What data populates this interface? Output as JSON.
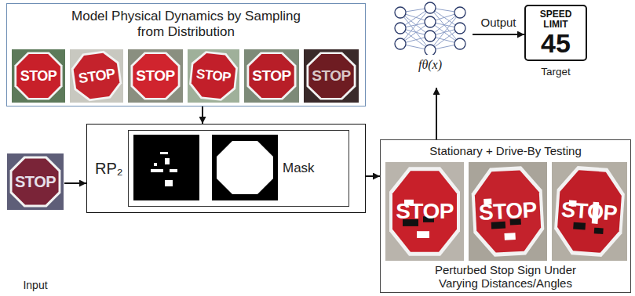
{
  "diagram": {
    "nodes": [
      {
        "text": [
          "Model Physical Dynamics by Sampling from Distribution"
        ]
      },
      {
        "text": [
          "Input"
        ]
      },
      {
        "text": [
          "RP₂"
        ]
      },
      {
        "text": [
          "Mask"
        ],
        "in": 2
      },
      {
        "text": [
          "Stationary + Drive-By Testing",
          "Perturbed Stop Sign Under Varying Distances/Angles"
        ]
      },
      {
        "text": [
          "fθ(x)"
        ]
      },
      {
        "text": [
          "SPEED LIMIT",
          "45",
          "Target"
        ]
      }
    ],
    "edges": [
      {
        "from": 0,
        "to": 2,
        "arrow": "to"
      },
      {
        "from": 1,
        "to": 2,
        "arrow": "to"
      },
      {
        "from": 2,
        "to": 4,
        "arrow": "to"
      },
      {
        "from": 4,
        "to": 5,
        "arrow": "to"
      },
      {
        "from": 5,
        "to": 6,
        "arrow": "to",
        "label": "Output"
      }
    ],
    "labels": [
      "STOP",
      "STOP",
      "STOP",
      "STOP",
      "STOP",
      "STOP",
      "STOP",
      "STOP",
      "STOP",
      "STOP"
    ]
  }
}
